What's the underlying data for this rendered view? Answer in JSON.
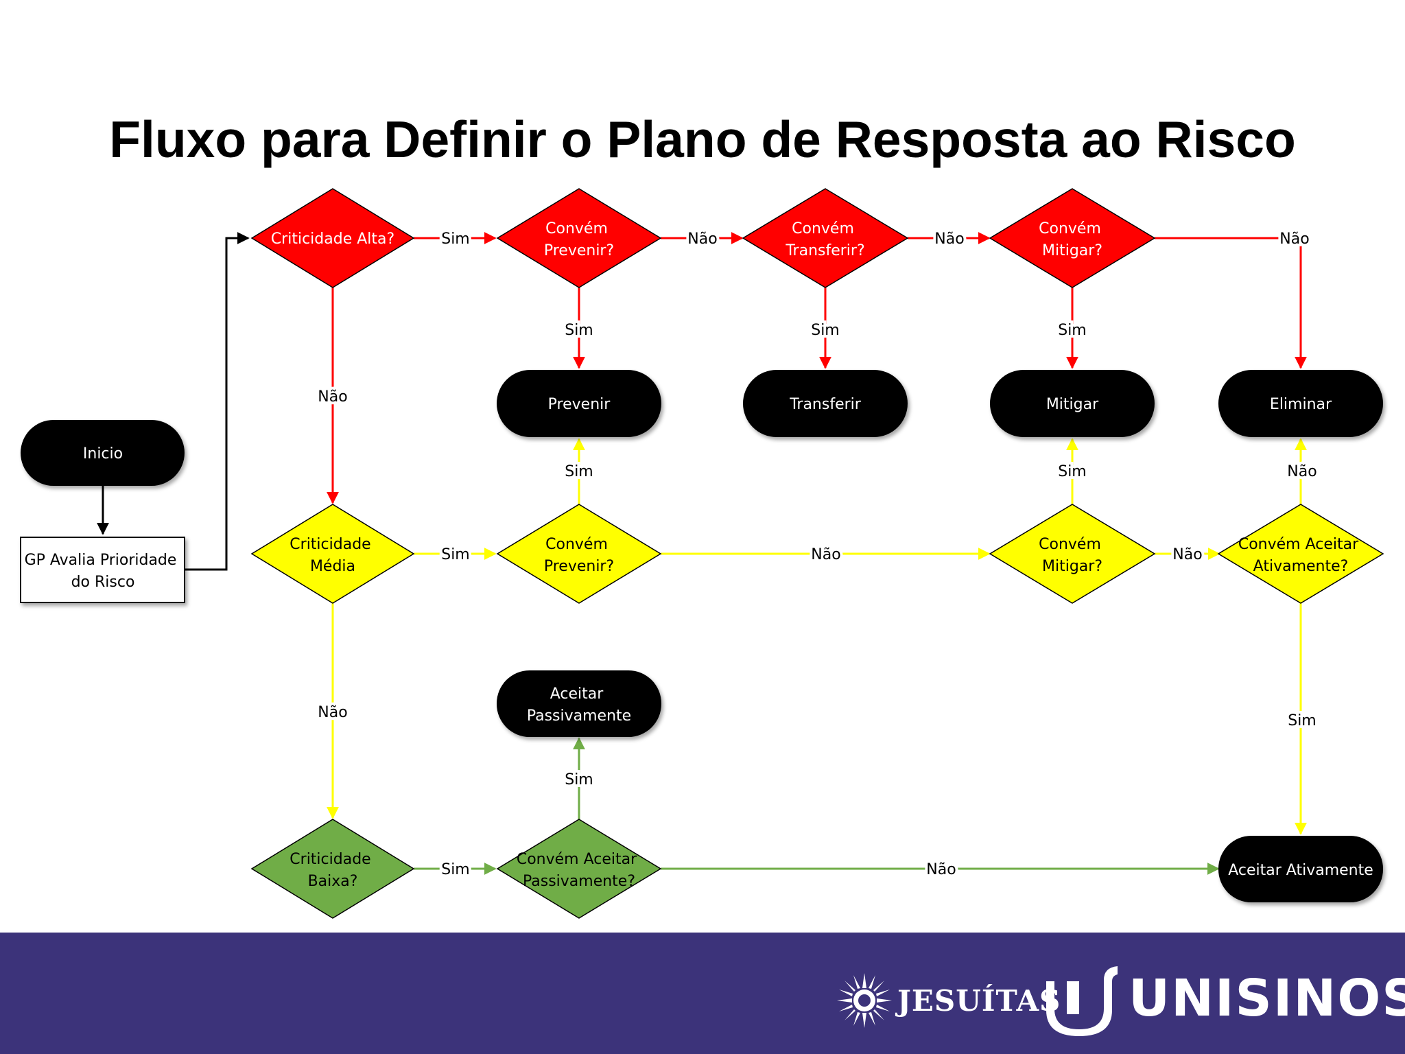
{
  "title": "Fluxo para Definir o Plano de Resposta ao Risco",
  "colors": {
    "red": "#ff0000",
    "yellow": "#ffff00",
    "green": "#70ad47",
    "terminal": "#000000",
    "footer": "#3c337a"
  },
  "nodes": {
    "inicio": "Inicio",
    "avalia": [
      "GP Avalia Prioridade",
      "do Risco"
    ],
    "crit_alta": [
      "Criticidade Alta?"
    ],
    "prevenir_red": [
      "Convém",
      "Prevenir?"
    ],
    "transferir_red": [
      "Convém",
      "Transferir?"
    ],
    "mitigar_red": [
      "Convém",
      "Mitigar?"
    ],
    "crit_media": [
      "Criticidade",
      "Média"
    ],
    "prevenir_yel": [
      "Convém",
      "Prevenir?"
    ],
    "mitigar_yel": [
      "Convém",
      "Mitigar?"
    ],
    "aceitar_ativ_q": [
      "Convém Aceitar",
      "Ativamente?"
    ],
    "crit_baixa": [
      "Criticidade",
      "Baixa?"
    ],
    "aceitar_pass_q": [
      "Convém Aceitar",
      "Passivamente?"
    ],
    "t_prevenir": [
      "Prevenir"
    ],
    "t_transferir": [
      "Transferir"
    ],
    "t_mitigar": [
      "Mitigar"
    ],
    "t_eliminar": [
      "Eliminar"
    ],
    "t_aceitar_pass": [
      "Aceitar",
      "Passivamente"
    ],
    "t_aceitar_ativ": [
      "Aceitar Ativamente"
    ]
  },
  "edge_labels": {
    "e1": "Sim",
    "e2": "Não",
    "e3": "Não",
    "e4": "Não",
    "e5": "Sim",
    "e6": "Sim",
    "e7": "Sim",
    "e8": "Não",
    "e9": "Sim",
    "e10": "Sim",
    "e11": "Não",
    "e12": "Sim",
    "e13": "Não",
    "e14": "Não",
    "e15": "Sim",
    "e16": "Não",
    "e17": "Sim",
    "e18": "Sim",
    "e19": "Não"
  },
  "footer": {
    "jesuitas": "JESUÍTAS",
    "unisinos": "UNISINOS"
  }
}
